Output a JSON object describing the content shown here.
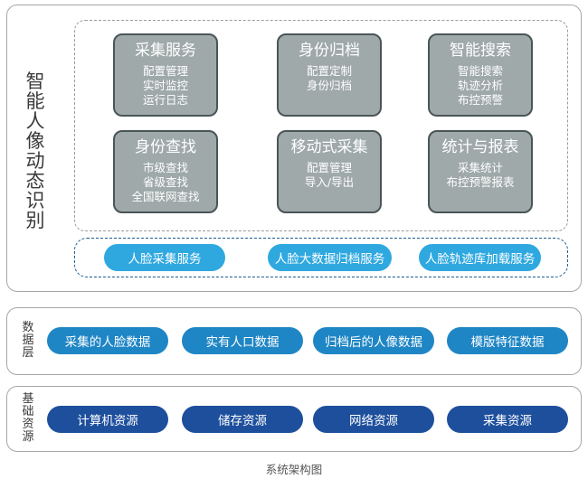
{
  "top": {
    "title_chars": [
      "智",
      "能",
      "人",
      "像",
      "动",
      "态",
      "识",
      "别"
    ],
    "modules": [
      {
        "title": "采集服务",
        "items": [
          "配置管理",
          "实时监控",
          "运行日志"
        ]
      },
      {
        "title": "身份归档",
        "items": [
          "配置定制",
          "身份归档"
        ]
      },
      {
        "title": "智能搜索",
        "items": [
          "智能搜索",
          "轨迹分析",
          "布控预警"
        ]
      },
      {
        "title": "身份查找",
        "items": [
          "市级查找",
          "省级查找",
          "全国联网查找"
        ]
      },
      {
        "title": "移动式采集",
        "items": [
          "配置管理",
          "导入/导出"
        ]
      },
      {
        "title": "统计与报表",
        "items": [
          "采集统计",
          "布控预警报表"
        ]
      }
    ],
    "services": [
      "人脸采集服务",
      "人脸大数据归档服务",
      "人脸轨迹库加载服务"
    ]
  },
  "data_layer": {
    "title_chars": [
      "数",
      "据",
      "层"
    ],
    "items": [
      "采集的人脸数据",
      "实有人口数据",
      "归档后的人像数据",
      "模版特征数据"
    ]
  },
  "base_layer": {
    "title_chars": [
      "基",
      "础",
      "资",
      "源"
    ],
    "items": [
      "计算机资源",
      "储存资源",
      "网络资源",
      "采集资源"
    ]
  },
  "caption": "系统架构图",
  "colors": {
    "module_fill": "#9fa9aa",
    "module_border": "#4a5557",
    "service_pill": "#2fa8e0",
    "data_pill": "#1f86c5",
    "resource_pill": "#1e4f9c"
  }
}
